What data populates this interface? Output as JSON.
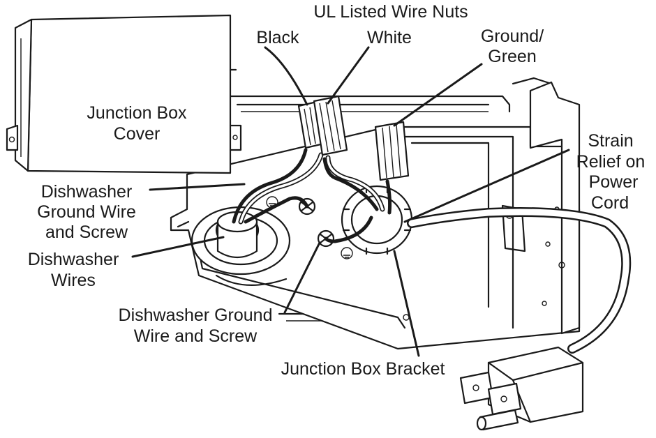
{
  "labels": {
    "wire_nuts": "UL Listed Wire Nuts",
    "black": "Black",
    "white": "White",
    "ground_line1": "Ground/",
    "ground_line2": "Green",
    "cover_line1": "Junction Box",
    "cover_line2": "Cover",
    "strain_line1": "Strain",
    "strain_line2": "Relief on",
    "strain_line3": "Power",
    "strain_line4": "Cord",
    "dw_ground_line1": "Dishwasher",
    "dw_ground_line2": "Ground Wire",
    "dw_ground_line3": "and Screw",
    "dw_wires_line1": "Dishwasher",
    "dw_wires_line2": "Wires",
    "dw_ground2_line1": "Dishwasher Ground",
    "dw_ground2_line2": "Wire and Screw",
    "bracket": "Junction Box Bracket"
  }
}
